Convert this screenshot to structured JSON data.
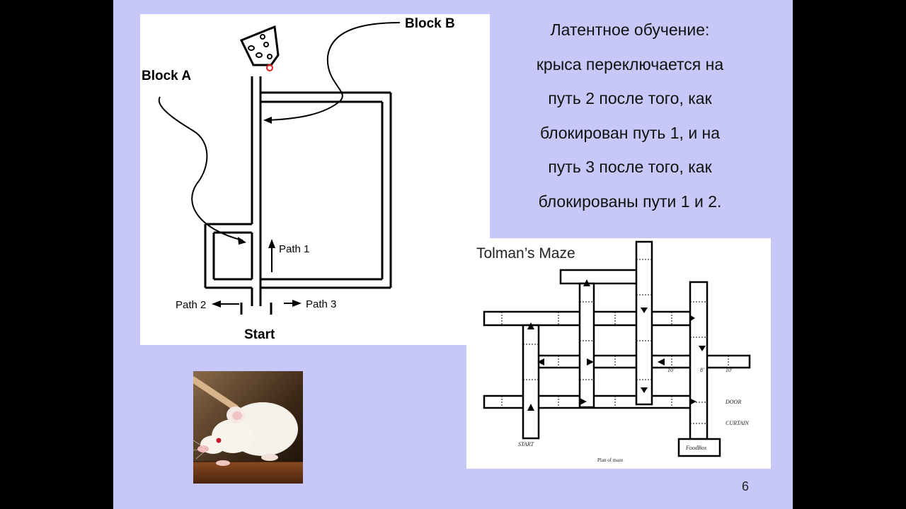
{
  "slide": {
    "heading_lines": [
      "Латентное обучение:",
      "крыса переключается на",
      "путь 2 после того, как",
      "блокирован путь 1, и на",
      "путь  3 после того, как",
      "блокированы пути 1 и 2."
    ],
    "page_number": "6"
  },
  "maze1": {
    "block_a": "Block A",
    "block_b": "Block B",
    "path1": "Path 1",
    "path2": "Path 2",
    "path3": "Path 3",
    "start": "Start"
  },
  "maze2": {
    "title": "Tolman’s Maze",
    "door": "DOOR",
    "curtain": "CURTAIN",
    "start": "START",
    "food_box": "FoodBox",
    "plan": "Plan of maze",
    "dim_a": "10'",
    "dim_b": "8'",
    "dim_c": "10'"
  },
  "colors": {
    "slide_bg": "#c8c8f8",
    "frame": "#000000",
    "pointer_dot": "#e02020"
  }
}
